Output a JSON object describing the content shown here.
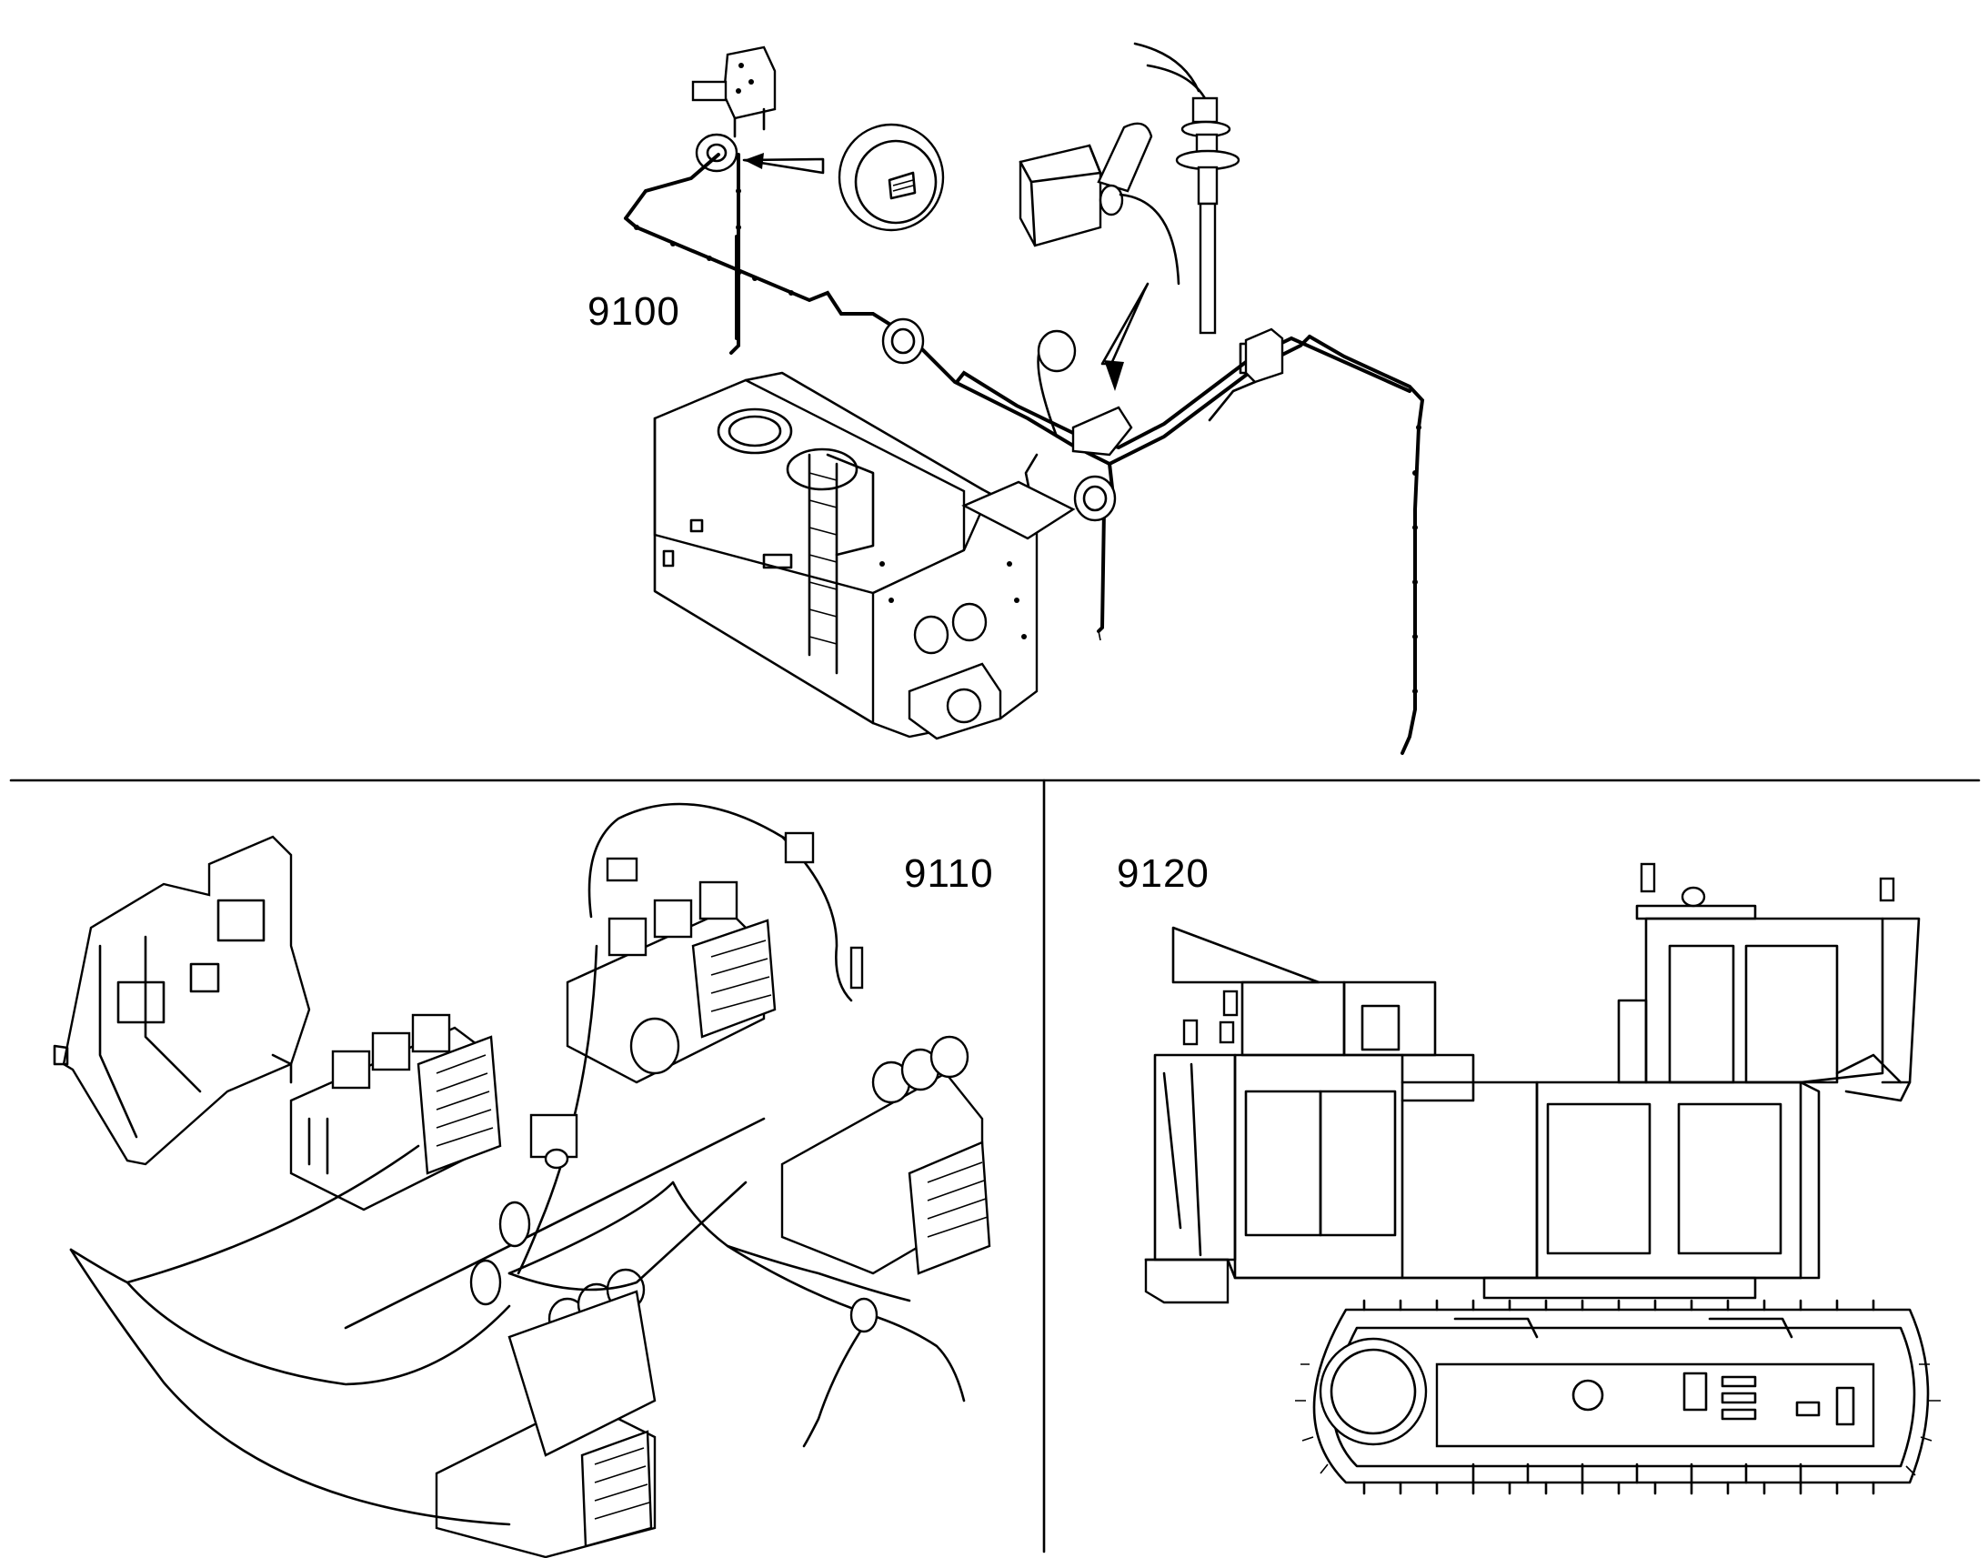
{
  "panels": [
    {
      "id": "engine-harness",
      "label": "9100"
    },
    {
      "id": "hydraulic-valve-harness",
      "label": "9110"
    },
    {
      "id": "machine-overview",
      "label": "9120"
    }
  ]
}
